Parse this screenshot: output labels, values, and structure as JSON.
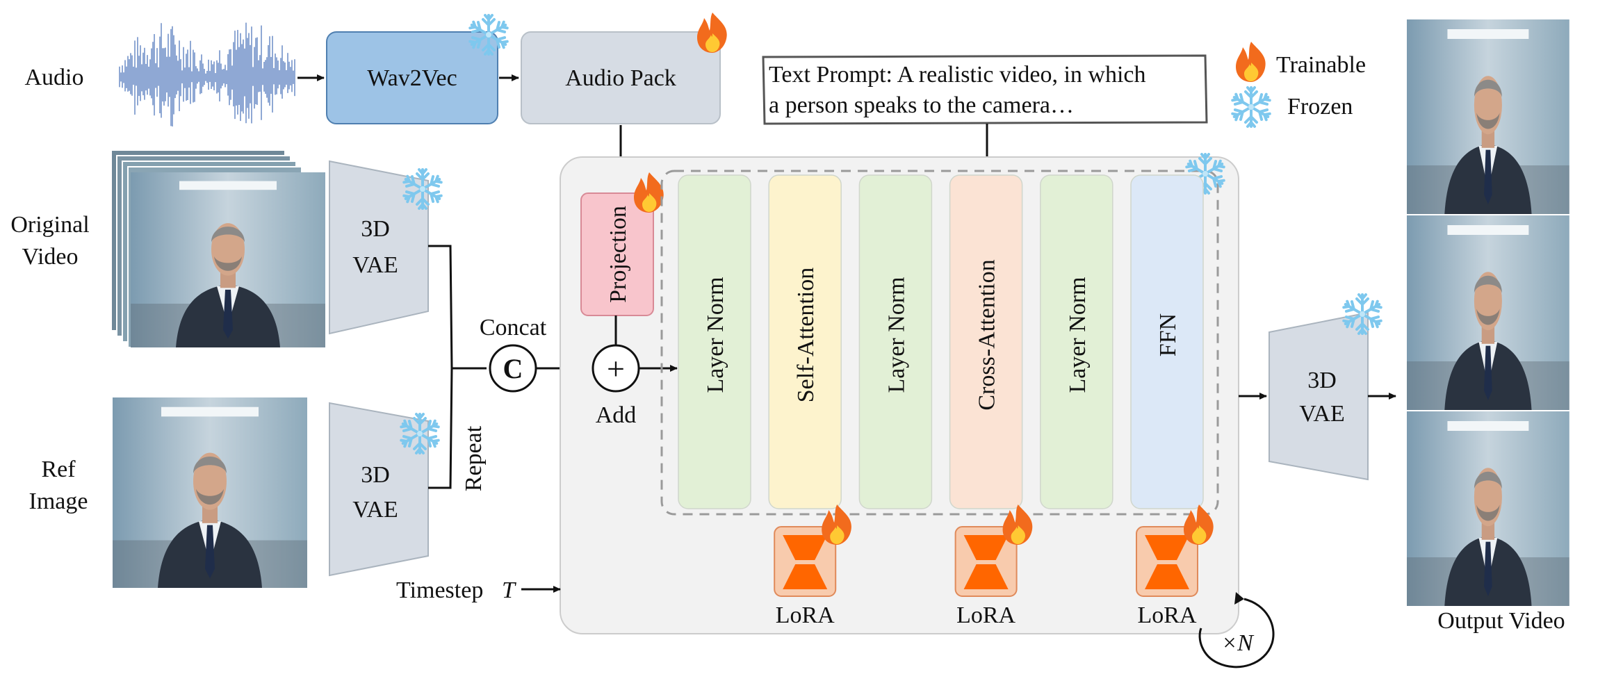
{
  "inputs": {
    "audio": "Audio",
    "original_video": [
      "Original",
      "Video"
    ],
    "ref_image": [
      "Ref",
      "Image"
    ],
    "timestep": "Timestep",
    "timestep_var": "T"
  },
  "blocks": {
    "wav2vec": "Wav2Vec",
    "audio_pack": "Audio Pack",
    "vae_top": [
      "3D",
      "VAE"
    ],
    "vae_bottom": [
      "3D",
      "VAE"
    ],
    "vae_output": [
      "3D",
      "VAE"
    ],
    "projection": "Projection"
  },
  "ops": {
    "concat_symbol": "C",
    "concat_label": "Concat",
    "add_symbol": "+",
    "add_label": "Add",
    "repeat_label": "Repeat"
  },
  "text_prompt": [
    "Text Prompt: A realistic video, in which",
    "a person speaks to the camera…"
  ],
  "legend": {
    "trainable": "Trainable",
    "frozen": "Frozen"
  },
  "transformer_layers": [
    {
      "label": "Layer Norm",
      "color": "#e2f0d6"
    },
    {
      "label": "Self-Attention",
      "color": "#fdf3cd"
    },
    {
      "label": "Layer Norm",
      "color": "#e2f0d6"
    },
    {
      "label": "Cross-Attention",
      "color": "#fbe3d4"
    },
    {
      "label": "Layer Norm",
      "color": "#e2f0d6"
    },
    {
      "label": "FFN",
      "color": "#dce8f7"
    }
  ],
  "lora": [
    "LoRA",
    "LoRA",
    "LoRA"
  ],
  "repeat_n": "×N",
  "output_label": "Output Video",
  "colors": {
    "wav2vec": "#9dc3e6",
    "audio_pack": "#d6dce4",
    "vae": "#d6dce4",
    "projection": "#f8c5cc",
    "transformer_bg": "#f2f2f2",
    "lora": "#f8cbad",
    "lora_shape": "#ff6600",
    "waveform": "#8fa8d4"
  },
  "icons": [
    "fire-icon",
    "snowflake-icon",
    "person-thumbnail"
  ]
}
